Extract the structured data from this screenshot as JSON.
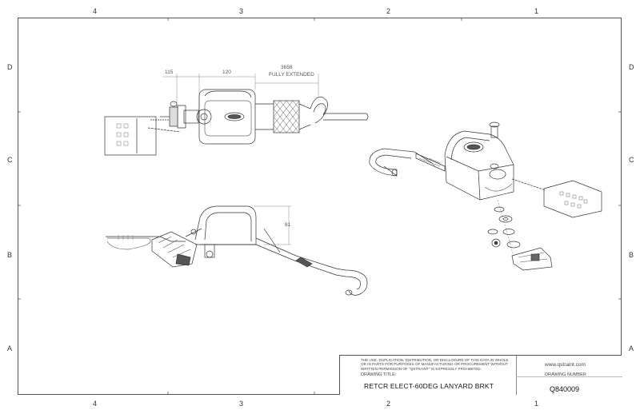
{
  "zones": {
    "columns": [
      "4",
      "3",
      "2",
      "1"
    ],
    "rows": [
      "D",
      "C",
      "B",
      "A"
    ]
  },
  "dimensions": {
    "d115": "115",
    "d120": "120",
    "d3658": "3658",
    "extended": "FULLY EXTENDED",
    "d81": "81"
  },
  "title_block": {
    "legal_text": "THE USE, DUPLICATION, DISTRIBUTION, OR DISCLOSURE OF THIS DATA IN WHOLE OR IN PARTS FOR PURPOSES OF MANUFACTURING OR PROCUREMENT WITHOUT WRITTEN PERMISSION OF \"QSTRAINT\" IS EXPRESSLY PROHIBITED.",
    "drawing_title_label": "DRAWING TITLE:",
    "drawing_title": "RETCR ELECT-60DEG LANYARD BRKT",
    "website": "www.qstraint.com",
    "drawing_number_label": "DRAWING NUMBER",
    "drawing_number": "Q840009"
  }
}
